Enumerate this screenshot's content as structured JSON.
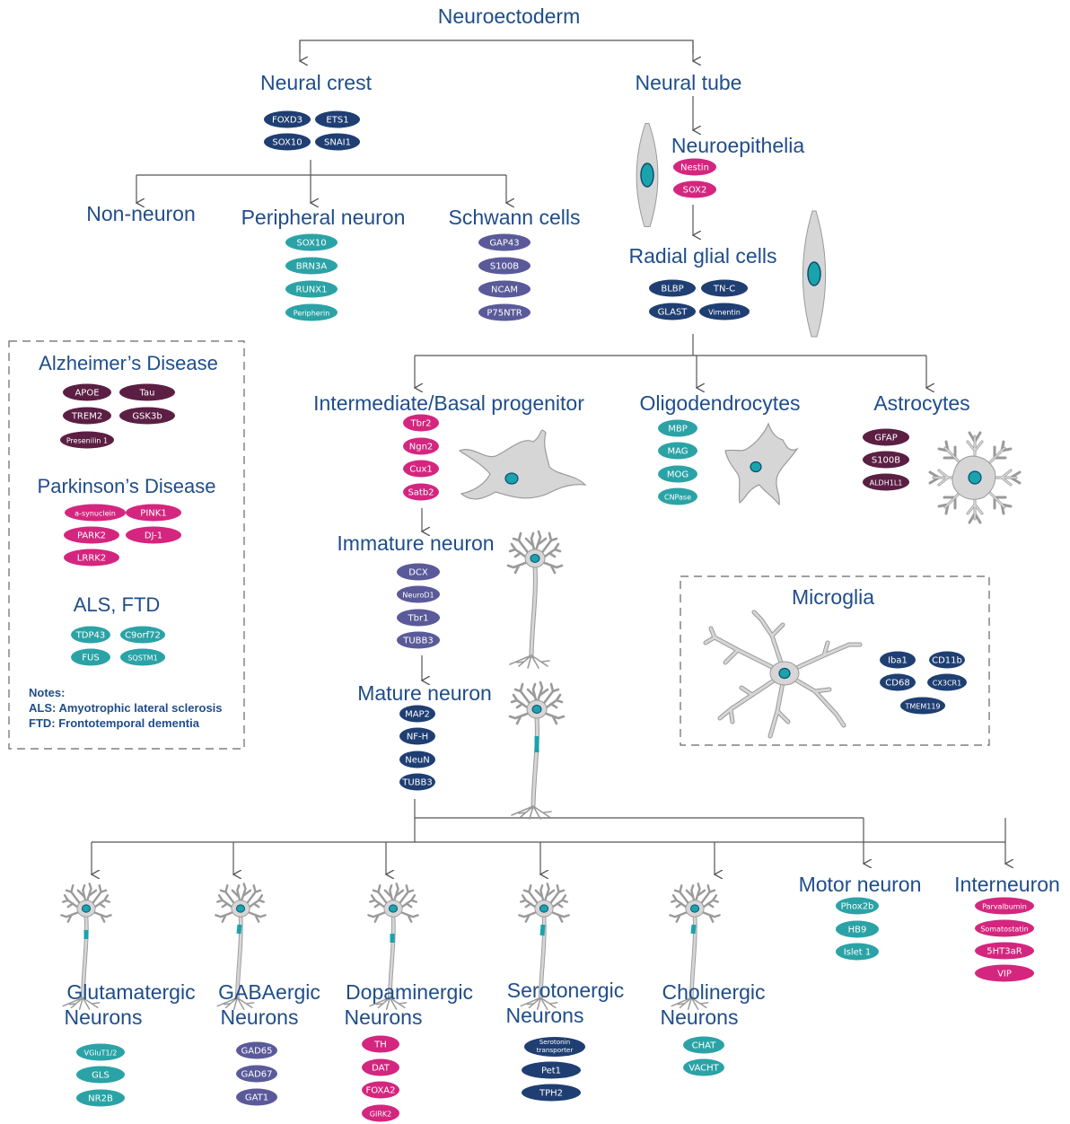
{
  "colors": {
    "title": "#1f4d8a",
    "line": "#555555",
    "cell_fill": "#d6d6d6",
    "cell_stroke": "#9a9a9a",
    "nucleus": "#1aa3ad",
    "nucleus_stroke": "#0c4d6e",
    "navy": "#1f3f73",
    "purple": "#5a5a9a",
    "teal": "#2ba3a6",
    "magenta": "#d4267f",
    "plum": "#5c1f44"
  },
  "titles": {
    "neuroectoderm": "Neuroectoderm",
    "neural_crest": "Neural crest",
    "neural_tube": "Neural tube",
    "neuroepithelia": "Neuroepithelia",
    "non_neuron": "Non-neuron",
    "peripheral_neuron": "Peripheral neuron",
    "schwann_cells": "Schwann cells",
    "radial_glial": "Radial glial cells",
    "intermediate": "Intermediate/Basal progenitor",
    "oligodendrocytes": "Oligodendrocytes",
    "astrocytes": "Astrocytes",
    "immature": "Immature neuron",
    "mature": "Mature neuron",
    "microglia": "Microglia",
    "motor": "Motor neuron",
    "interneuron": "Interneuron",
    "glutamatergic_1": "Glutamatergic",
    "glutamatergic_2": "Neurons",
    "gabaergic_1": "GABAergic",
    "gabaergic_2": "Neurons",
    "dopaminergic_1": "Dopaminergic",
    "dopaminergic_2": "Neurons",
    "serotonergic_1": "Serotonergic",
    "serotonergic_2": "Neurons",
    "cholinergic_1": "Cholinergic",
    "cholinergic_2": "Neurons"
  },
  "disease": {
    "alzheimers": "Alzheimer’s Disease",
    "parkinsons": "Parkinson’s Disease",
    "als_ftd": "ALS, FTD",
    "notes_title": "Notes:",
    "notes_als": "ALS: Amyotrophic lateral sclerosis",
    "notes_ftd": "FTD: Frontotemporal dementia"
  },
  "markers": {
    "neural_crest": [
      "FOXD3",
      "ETS1",
      "SOX10",
      "SNAI1"
    ],
    "neuroepithelia": [
      "Nestin",
      "SOX2"
    ],
    "peripheral": [
      "SOX10",
      "BRN3A",
      "RUNX1",
      "Peripherin"
    ],
    "schwann": [
      "GAP43",
      "S100B",
      "NCAM",
      "P75NTR"
    ],
    "radial_glial": [
      "BLBP",
      "TN-C",
      "GLAST",
      "Vimentin"
    ],
    "intermediate": [
      "Tbr2",
      "Ngn2",
      "Cux1",
      "Satb2"
    ],
    "oligo": [
      "MBP",
      "MAG",
      "MOG",
      "CNPase"
    ],
    "astro": [
      "GFAP",
      "S100B",
      "ALDH1L1"
    ],
    "immature": [
      "DCX",
      "NeuroD1",
      "Tbr1",
      "TUBB3"
    ],
    "mature": [
      "MAP2",
      "NF-H",
      "NeuN",
      "TUBB3"
    ],
    "microglia": [
      "Iba1",
      "CD11b",
      "CD68",
      "CX3CR1",
      "TMEM119"
    ],
    "motor": [
      "Phox2b",
      "HB9",
      "Islet 1"
    ],
    "interneuron": [
      "Parvalbumin",
      "Somatostatin",
      "5HT3aR",
      "VIP"
    ],
    "glutamatergic": [
      "VGluT1/2",
      "GLS",
      "NR2B"
    ],
    "gabaergic": [
      "GAD65",
      "GAD67",
      "GAT1"
    ],
    "dopaminergic": [
      "TH",
      "DAT",
      "FOXA2",
      "GIRK2"
    ],
    "serotonergic": [
      "Serotonin",
      "transporter",
      "Pet1",
      "TPH2"
    ],
    "cholinergic": [
      "CHAT",
      "VACHT"
    ],
    "alzheimers": [
      "APOE",
      "Tau",
      "TREM2",
      "GSK3b",
      "Presenilin 1"
    ],
    "parkinsons": [
      "a-synuclein",
      "PINK1",
      "PARK2",
      "DJ-1",
      "LRRK2"
    ],
    "als": [
      "TDP43",
      "C9orf72",
      "FUS",
      "SQSTM1"
    ]
  }
}
